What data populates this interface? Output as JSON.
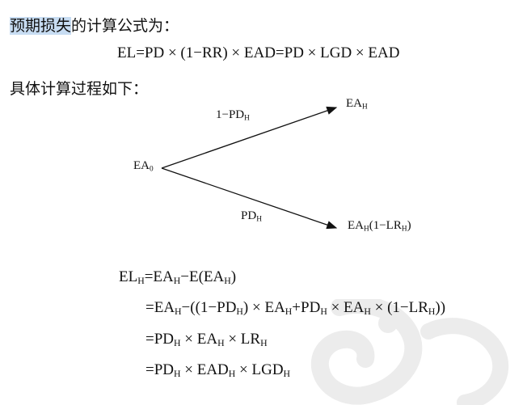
{
  "heading": {
    "highlight": "预期损失",
    "rest": "的计算公式为："
  },
  "main_formula": "EL=PD × (1−RR) × EAD=PD × LGD × EAD",
  "process_label": "具体计算过程如下：",
  "diagram": {
    "start": {
      "base": "EA",
      "sub": "0"
    },
    "upper_end": {
      "base": "EA",
      "sub": "H"
    },
    "lower_end": {
      "base": "EA",
      "sub": "H",
      "tail_base": "(1−LR",
      "tail_sub": "H",
      "tail_close": ")"
    },
    "upper_label": {
      "base": "1−PD",
      "sub": "H"
    },
    "lower_label": {
      "base": "PD",
      "sub": "H"
    }
  },
  "equations": {
    "line1": {
      "a": "EL",
      "a_sub": "H",
      "b": "=EA",
      "b_sub": "H",
      "c": "−E(EA",
      "c_sub": "H",
      "d": ")"
    },
    "line2": {
      "a": "=EA",
      "a_sub": "H",
      "b": "−((1−PD",
      "b_sub": "H",
      "c": ") × EA",
      "c_sub": "H",
      "d": "+PD",
      "d_sub": "H",
      "e": " × EA",
      "e_sub": "H",
      "f": " × (1−LR",
      "f_sub": "H",
      "g": "))"
    },
    "line3": {
      "a": "=PD",
      "a_sub": "H",
      "b": " × EA",
      "b_sub": "H",
      "c": " × LR",
      "c_sub": "H"
    },
    "line4": {
      "a": "=PD",
      "a_sub": "H",
      "b": " × EAD",
      "b_sub": "H",
      "c": " × LGD",
      "c_sub": "H"
    }
  },
  "colors": {
    "highlight": "#c7dcf2",
    "watermark": "#ececec"
  }
}
